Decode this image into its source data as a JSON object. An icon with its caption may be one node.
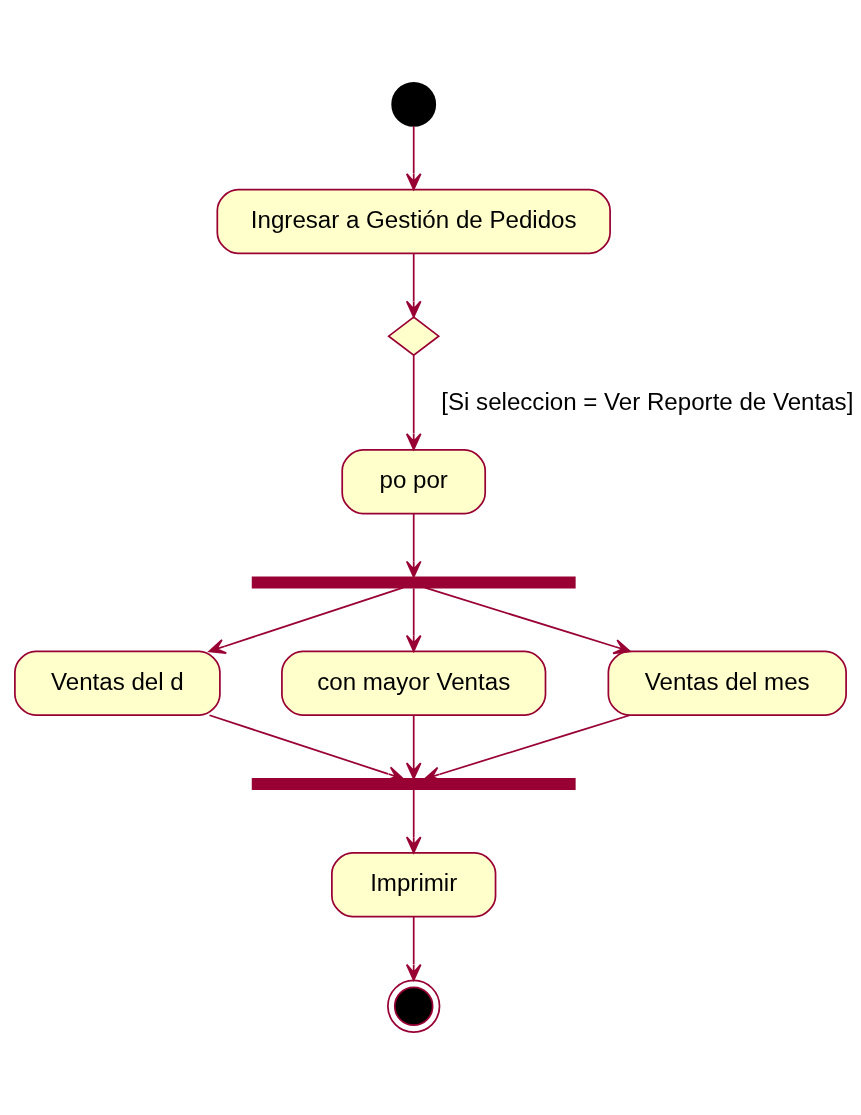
{
  "diagram": {
    "nodes": [
      {
        "text": [],
        "shape": "circle"
      },
      {
        "text": [
          "Ingresar a Gestión de Pedidos"
        ]
      },
      {
        "text": [],
        "shape": "diamond"
      },
      {
        "text": [
          "po por"
        ]
      },
      {
        "text": [],
        "shape": "bar"
      },
      {
        "text": [
          "Ventas del d"
        ]
      },
      {
        "text": [
          "con mayor Ventas"
        ]
      },
      {
        "text": [
          "Ventas del mes"
        ]
      },
      {
        "text": [],
        "shape": "bar"
      },
      {
        "text": [
          "Imprimir"
        ]
      },
      {
        "text": [],
        "shape": "bullseye"
      }
    ],
    "edges": [
      {
        "from": 0,
        "to": 1,
        "arrow": "to"
      },
      {
        "from": 1,
        "to": 2,
        "arrow": "to"
      },
      {
        "from": 2,
        "to": 3,
        "arrow": "to",
        "label": "[Si seleccion = Ver Reporte de Ventas]"
      },
      {
        "from": 3,
        "to": 4,
        "arrow": "to"
      },
      {
        "from": 4,
        "to": 5,
        "arrow": "to"
      },
      {
        "from": 4,
        "to": 6,
        "arrow": "to"
      },
      {
        "from": 4,
        "to": 7,
        "arrow": "to"
      },
      {
        "from": 5,
        "to": 8,
        "arrow": "to"
      },
      {
        "from": 6,
        "to": 8,
        "arrow": "to"
      },
      {
        "from": 7,
        "to": 8,
        "arrow": "to"
      },
      {
        "from": 8,
        "to": 9,
        "arrow": "to"
      },
      {
        "from": 9,
        "to": 10,
        "arrow": "to"
      }
    ]
  }
}
